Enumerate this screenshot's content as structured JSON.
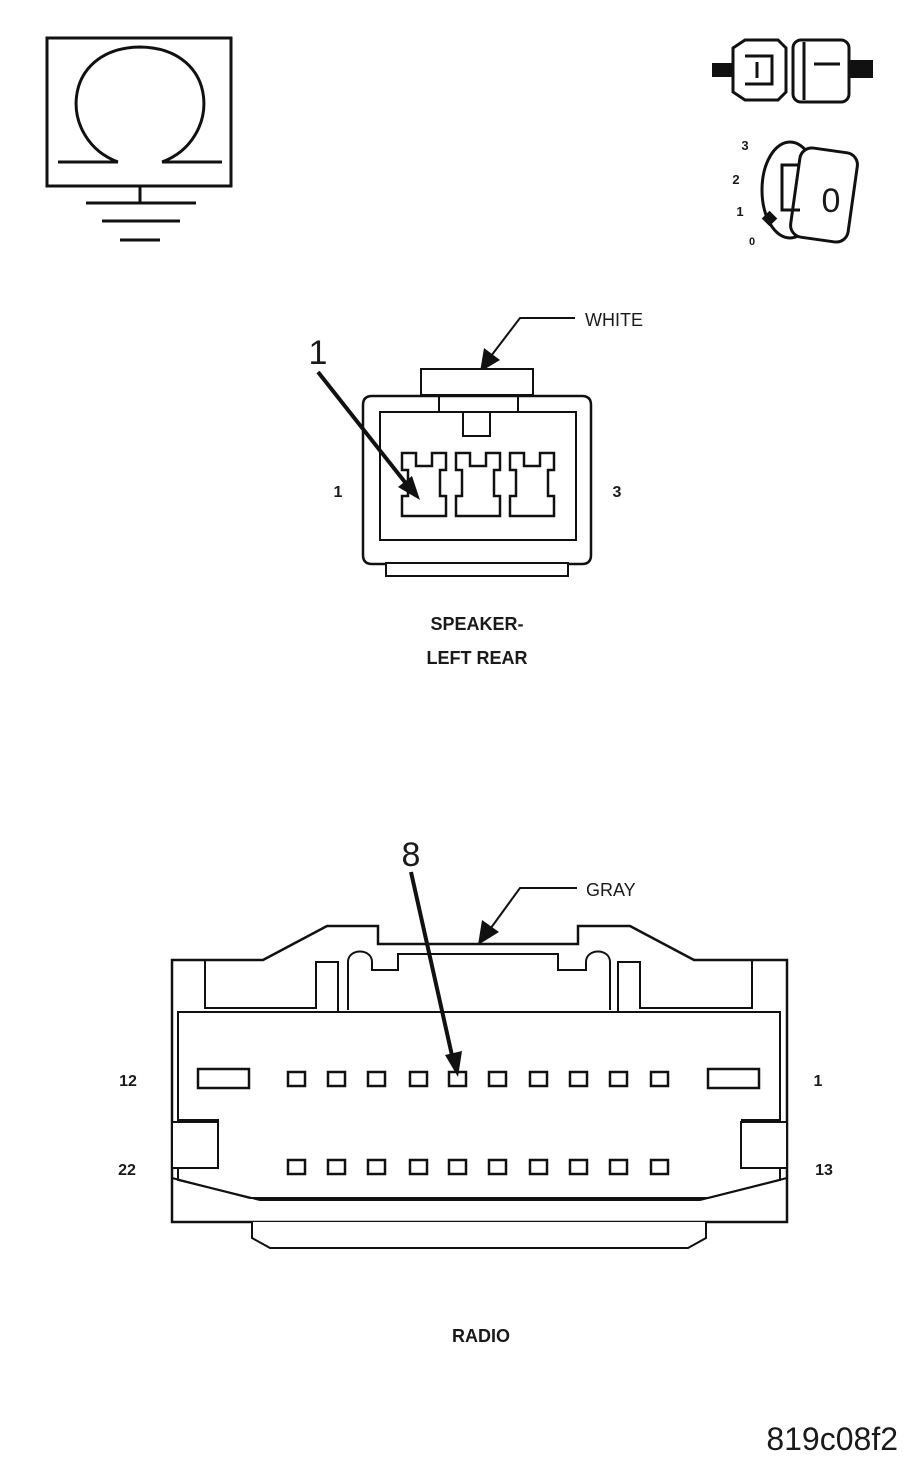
{
  "meter_symbol": {
    "symbol": "ohm",
    "icon": "ohmmeter-ground-icon"
  },
  "disconnect_symbol": {
    "icon": "connector-disconnect-icon"
  },
  "ignition_symbol": {
    "icon": "ignition-key-icon",
    "positions": [
      "3",
      "2",
      "1",
      "0"
    ],
    "key_label": "0"
  },
  "speaker_connector": {
    "color_label": "WHITE",
    "callout_pin": "1",
    "pin_left": "1",
    "pin_right": "3",
    "name_line1": "SPEAKER-",
    "name_line2": "LEFT REAR"
  },
  "radio_connector": {
    "color_label": "GRAY",
    "callout_pin": "8",
    "row1_left": "12",
    "row1_right": "1",
    "row2_left": "22",
    "row2_right": "13",
    "name": "RADIO"
  },
  "figure_id": "819c08f2"
}
